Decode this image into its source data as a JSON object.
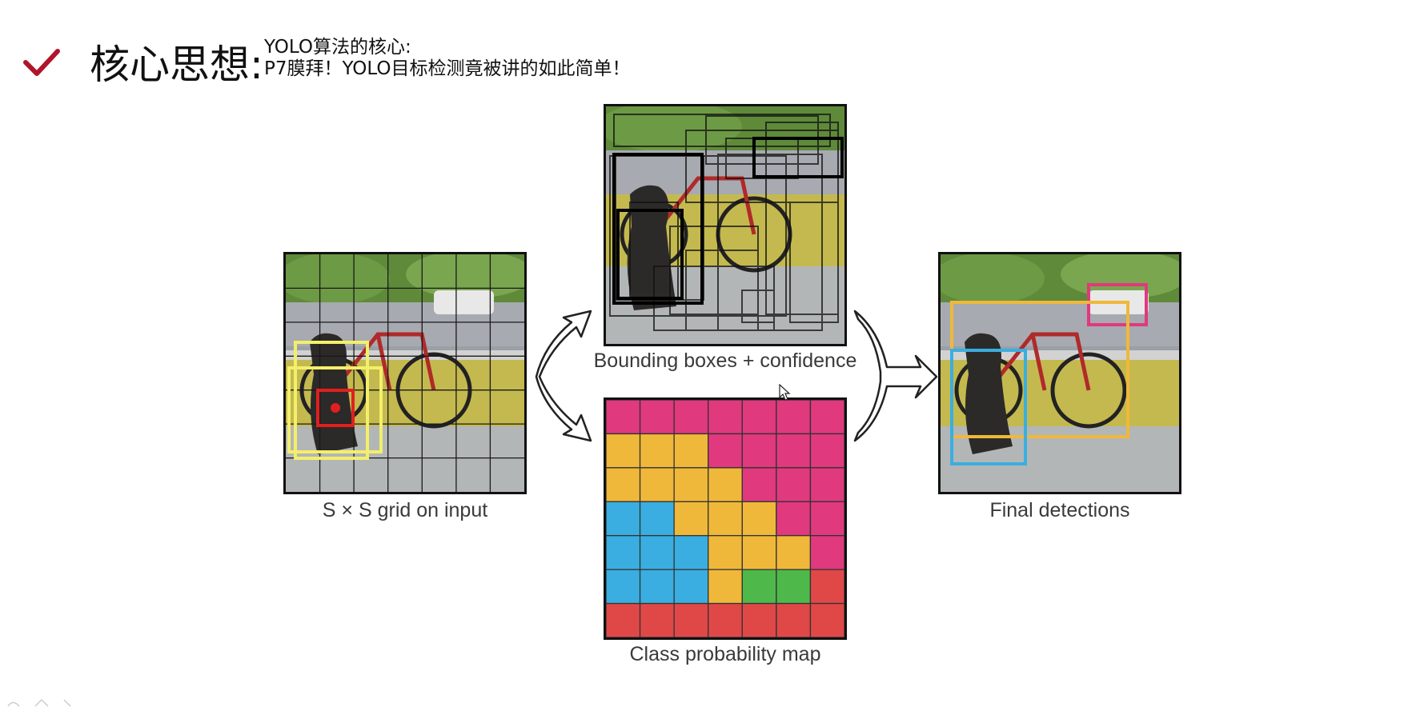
{
  "header": {
    "title": "核心思想:",
    "subtitle_line1": "YOLO算法的核心:",
    "subtitle_line2": "P7膜拜！YOLO目标检测竟被讲的如此简单！",
    "check_icon": "checkmark-icon",
    "accent_color": "#b0152a"
  },
  "diagram": {
    "input_caption": "S × S grid on input",
    "boxes_caption": "Bounding boxes + confidence",
    "class_caption": "Class probability map",
    "final_caption": "Final detections",
    "class_map_colors": {
      "pink": "#e0397e",
      "yellow": "#f0b83a",
      "blue": "#3aaee0",
      "green": "#4fb84a",
      "red": "#e04848"
    },
    "class_map": [
      [
        "pink",
        "pink",
        "pink",
        "pink",
        "pink",
        "pink",
        "pink"
      ],
      [
        "yellow",
        "yellow",
        "yellow",
        "pink",
        "pink",
        "pink",
        "pink"
      ],
      [
        "yellow",
        "yellow",
        "yellow",
        "yellow",
        "pink",
        "pink",
        "pink"
      ],
      [
        "blue",
        "blue",
        "yellow",
        "yellow",
        "yellow",
        "pink",
        "pink"
      ],
      [
        "blue",
        "blue",
        "blue",
        "yellow",
        "yellow",
        "yellow",
        "pink"
      ],
      [
        "blue",
        "blue",
        "blue",
        "yellow",
        "green",
        "green",
        "red"
      ],
      [
        "red",
        "red",
        "red",
        "red",
        "red",
        "red",
        "red"
      ]
    ],
    "detection_colors": {
      "truck": "#e0397e",
      "bicycle": "#f0b83a",
      "dog": "#3aaee0"
    }
  }
}
